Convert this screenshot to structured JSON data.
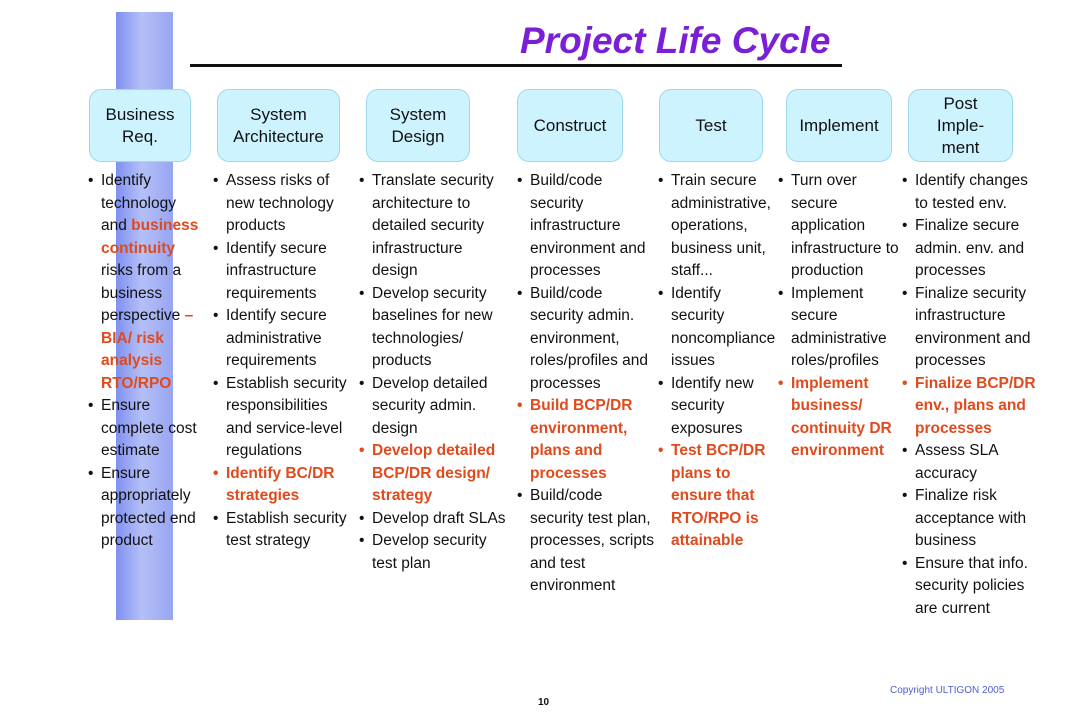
{
  "title": "Project Life Cycle",
  "page_number": "10",
  "copyright": "Copyright ULTIGON 2005",
  "colors": {
    "title": "#7a1fd6",
    "highlight": "#e04a1c",
    "box_fill": "#cdf3ff"
  },
  "phases": [
    {
      "label": "Business\nReq."
    },
    {
      "label": "System\nArchitecture"
    },
    {
      "label": "System\nDesign"
    },
    {
      "label": "Construct"
    },
    {
      "label": "Test"
    },
    {
      "label": "Implement"
    },
    {
      "label": "Post\nImple-\nment"
    }
  ],
  "columns": [
    {
      "items": [
        {
          "segments": [
            {
              "text": "Identify technology and ",
              "highlight": false
            },
            {
              "text": "business continuity",
              "highlight": true
            },
            {
              "text": " risks from a business perspective ",
              "highlight": false
            },
            {
              "text": "– BIA/ risk analysis RTO/RPO",
              "highlight": true
            }
          ]
        },
        {
          "text": "Ensure complete cost estimate",
          "highlight": false
        },
        {
          "text": "Ensure appropriately protected end product",
          "highlight": false
        }
      ]
    },
    {
      "items": [
        {
          "text": "Assess risks of new technology products",
          "highlight": false
        },
        {
          "text": "Identify secure infrastructure requirements",
          "highlight": false
        },
        {
          "text": "Identify secure administrative requirements",
          "highlight": false
        },
        {
          "text": "Establish security responsibilities and service-level regulations",
          "highlight": false
        },
        {
          "text": "Identify BC/DR strategies",
          "highlight": true
        },
        {
          "text": "Establish security test strategy",
          "highlight": false
        }
      ]
    },
    {
      "items": [
        {
          "text": "Translate security architecture to detailed security infrastructure design",
          "highlight": false
        },
        {
          "text": "Develop security baselines for new technologies/ products",
          "highlight": false
        },
        {
          "text": "Develop detailed security admin. design",
          "highlight": false
        },
        {
          "text": "Develop detailed BCP/DR design/ strategy",
          "highlight": true
        },
        {
          "text": "Develop draft SLAs",
          "highlight": false
        },
        {
          "text": "Develop security test plan",
          "highlight": false
        }
      ]
    },
    {
      "items": [
        {
          "text": "Build/code security infrastructure environment and processes",
          "highlight": false
        },
        {
          "text": "Build/code security admin. environment, roles/profiles and processes",
          "highlight": false
        },
        {
          "text": "Build BCP/DR environment, plans and processes",
          "highlight": true
        },
        {
          "text": "Build/code security test plan, processes, scripts and test environment",
          "highlight": false
        }
      ]
    },
    {
      "items": [
        {
          "text": "Train secure administrative, operations, business unit, staff...",
          "highlight": false
        },
        {
          "text": "Identify security noncompliance issues",
          "highlight": false
        },
        {
          "text": "Identify new security exposures",
          "highlight": false
        },
        {
          "text": "Test BCP/DR plans to ensure that RTO/RPO is attainable",
          "highlight": true
        }
      ]
    },
    {
      "items": [
        {
          "text": "Turn over secure application infrastructure to production",
          "highlight": false
        },
        {
          "text": "Implement secure administrative roles/profiles",
          "highlight": false
        },
        {
          "text": "Implement business/ continuity DR environment",
          "highlight": true
        }
      ]
    },
    {
      "items": [
        {
          "text": "Identify changes to tested env.",
          "highlight": false
        },
        {
          "text": "Finalize secure admin. env. and processes",
          "highlight": false
        },
        {
          "text": "Finalize security infrastructure environment and processes",
          "highlight": false
        },
        {
          "text": "Finalize BCP/DR env., plans and processes",
          "highlight": true
        },
        {
          "text": "Assess SLA accuracy",
          "highlight": false
        },
        {
          "text": "Finalize risk acceptance with business",
          "highlight": false
        },
        {
          "text": "Ensure that info. security policies are current",
          "highlight": false
        }
      ]
    }
  ]
}
